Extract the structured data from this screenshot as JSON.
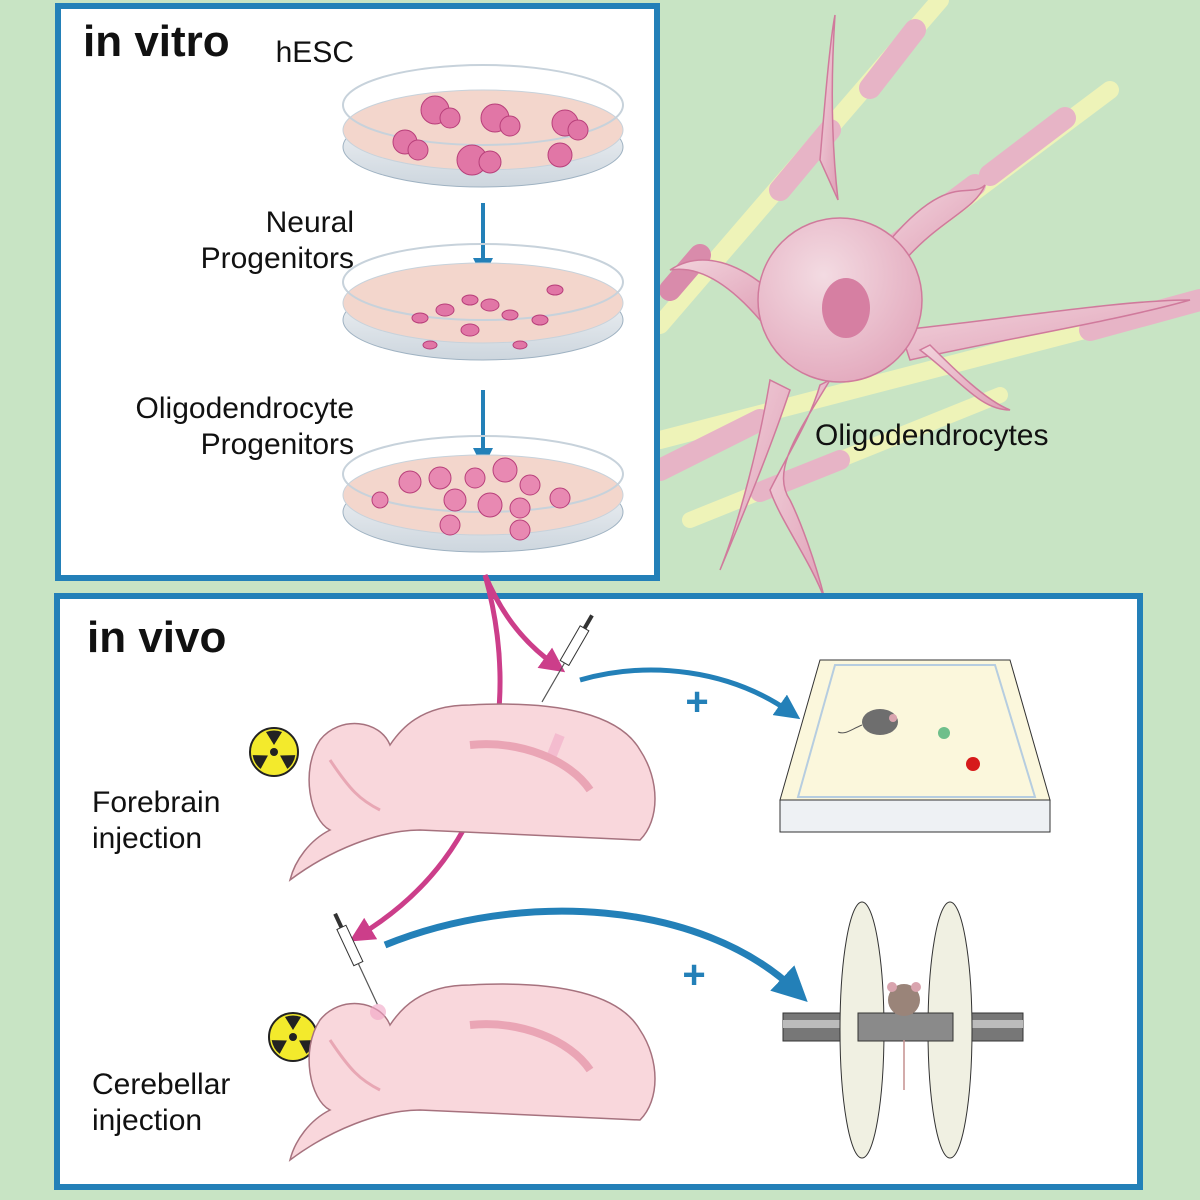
{
  "figure": {
    "background_color": "#c8e4c4",
    "panel_border_color": "#2380b8",
    "arrow_blue": "#2380b8",
    "arrow_magenta": "#cc3e8a"
  },
  "in_vitro": {
    "title": "in vitro",
    "stages": [
      {
        "label_lines": [
          "hESC"
        ]
      },
      {
        "label_lines": [
          "Neural",
          "Progenitors"
        ]
      },
      {
        "label_lines": [
          "Oligodendrocyte",
          "Progenitors"
        ]
      }
    ]
  },
  "oligodendrocytes": {
    "label": "Oligodendrocytes"
  },
  "in_vivo": {
    "title": "in vivo",
    "injections": [
      {
        "label_lines": [
          "Forebrain",
          "injection"
        ],
        "icon": "radiation-icon",
        "test_icon": "open-field-arena",
        "plus": "+"
      },
      {
        "label_lines": [
          "Cerebellar",
          "injection"
        ],
        "icon": "radiation-icon",
        "test_icon": "rotarod",
        "plus": "+"
      }
    ]
  }
}
